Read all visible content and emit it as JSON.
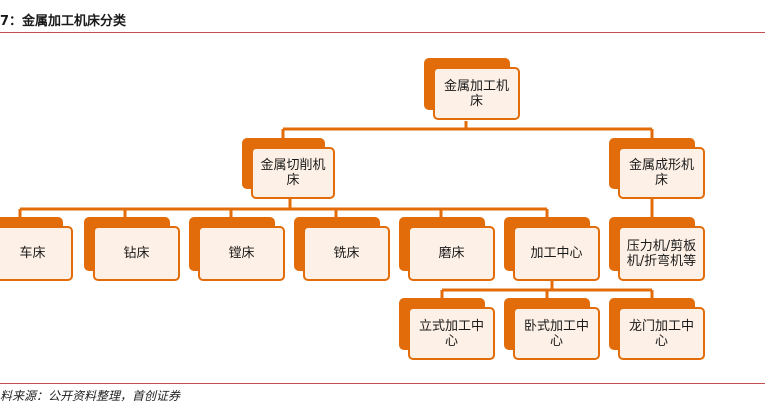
{
  "figure": {
    "title": "7：金属加工机床分类",
    "source": "料来源：公开资料整理，首创证券"
  },
  "colors": {
    "accent": "#e36c0a",
    "fill": "#fdf0e6",
    "rule": "#c0504d"
  },
  "nodes": {
    "root": "金属加工机床",
    "cutting": "金属切削机床",
    "forming": "金属成形机床",
    "lathe": "车床",
    "drill": "钻床",
    "boring": "镗床",
    "milling": "铣床",
    "grinding": "磨床",
    "machining_center": "加工中心",
    "press": "压力机/剪板机/折弯机等",
    "vertical_center": "立式加工中心",
    "horizontal_center": "卧式加工中心",
    "gantry_center": "龙门加工中心"
  }
}
